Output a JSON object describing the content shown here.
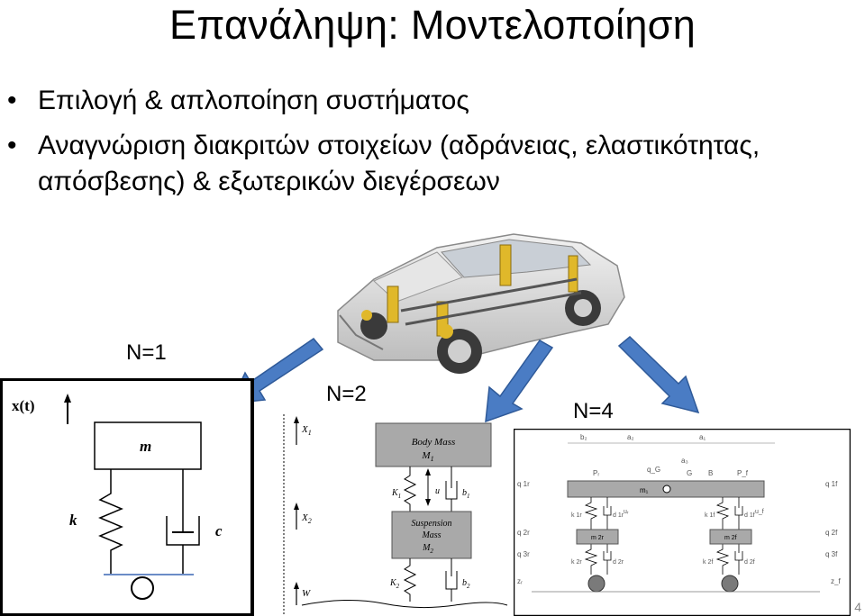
{
  "title": "Επανάληψη: Μοντελοποίηση",
  "bullets": [
    "Επιλογή & απλοποίηση συστήματος",
    "Αναγνώριση διακριτών στοιχείων (αδράνειας, ελαστικότητας, απόσβεσης) & εξωτερικών διεγέρσεων"
  ],
  "bullet_glyph": "•",
  "labels": {
    "n1": "N=1",
    "n2": "N=2",
    "n4": "N=4"
  },
  "model1": {
    "xt": "x(t)",
    "m": "m",
    "k": "k",
    "c": "c"
  },
  "model2": {
    "x1": "X",
    "x1_sub": "1",
    "x2": "X",
    "x2_sub": "2",
    "w": "W",
    "body_mass": "Body Mass",
    "m1": "M",
    "m1_sub": "1",
    "k1": "K",
    "k1_sub": "1",
    "u": "u",
    "b1": "b",
    "b1_sub": "1",
    "susp1": "Suspension",
    "susp2": "Mass",
    "m2": "M",
    "m2_sub": "2",
    "k2": "K",
    "k2_sub": "2",
    "b2": "b",
    "b2_sub": "2"
  },
  "model4": {
    "b2": "b₂",
    "a2": "a₂",
    "a1": "a₁",
    "a3": "a₃",
    "pr": "Pᵣ",
    "qg": "q_G",
    "g": "G",
    "b": "B",
    "pf": "P_f",
    "m1": "m₁",
    "q1r": "q 1r",
    "q1f": "q 1f",
    "k1r": "k 1r",
    "d1r": "d 1r",
    "ur": "uᵣ",
    "k1f": "k 1f",
    "d1f": "d 1f",
    "uf": "u_f",
    "q2r": "q 2r",
    "q2f": "q 2f",
    "m2r": "m 2r",
    "m2f": "m 2f",
    "k2r": "k 2r",
    "d2r": "d 2r",
    "k2f": "k 2f",
    "d2f": "d 2f",
    "q3r": "q 3r",
    "q3f": "q 3f",
    "zr": "zᵣ",
    "zf": "z_f"
  },
  "page_number": "4",
  "colors": {
    "arrow": "#4a7cc4",
    "arrow_stroke": "#2f5a99",
    "mass_fill": "#a9a9a9",
    "car_body": "#d9d9d9",
    "spring_yellow": "#e0b82a"
  }
}
